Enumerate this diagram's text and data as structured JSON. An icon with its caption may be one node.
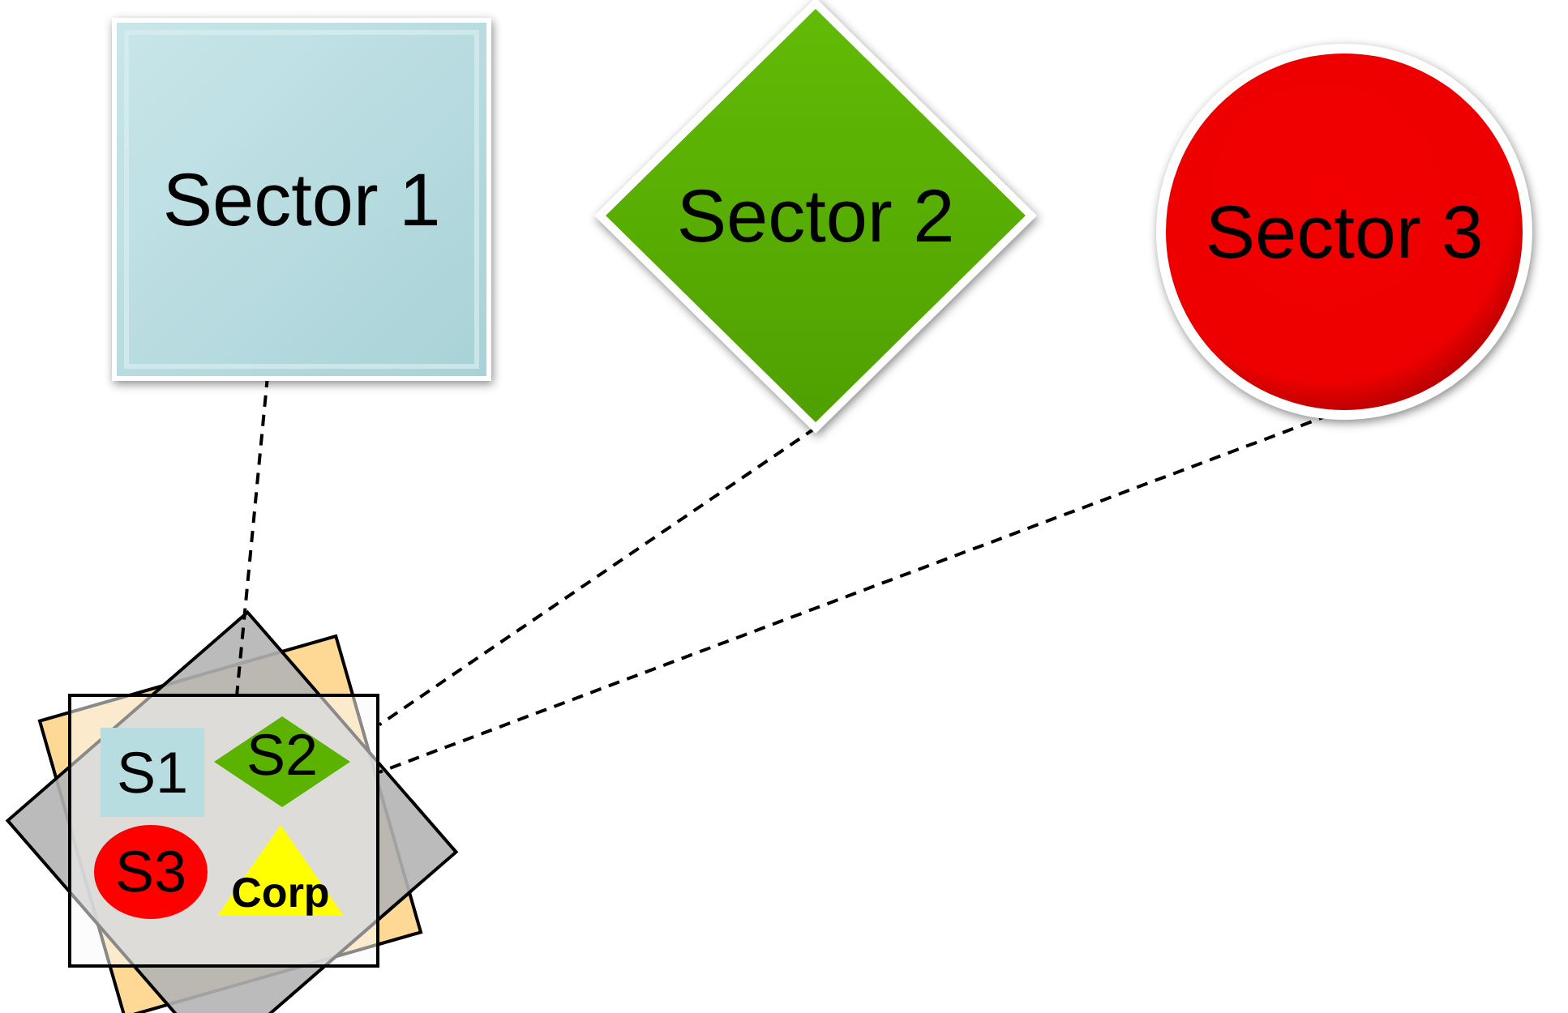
{
  "diagram": {
    "nodes": [
      {
        "text": [
          "Sector 1"
        ]
      },
      {
        "text": [
          "Sector 2"
        ]
      },
      {
        "text": [
          "Sector 3"
        ]
      },
      {
        "text": [],
        "shape": "box"
      },
      {
        "text": [
          "S1"
        ],
        "in": 3
      },
      {
        "text": [
          "S2"
        ],
        "in": 3
      },
      {
        "text": [
          "S3"
        ],
        "in": 3
      },
      {
        "text": [
          "Corp"
        ],
        "in": 3
      }
    ],
    "edges": [
      {
        "from": 0,
        "to": 3,
        "arrow": "none",
        "style": "dashed"
      },
      {
        "from": 1,
        "to": 3,
        "arrow": "none",
        "style": "dashed"
      },
      {
        "from": 2,
        "to": 3,
        "arrow": "none",
        "style": "dashed"
      }
    ]
  }
}
